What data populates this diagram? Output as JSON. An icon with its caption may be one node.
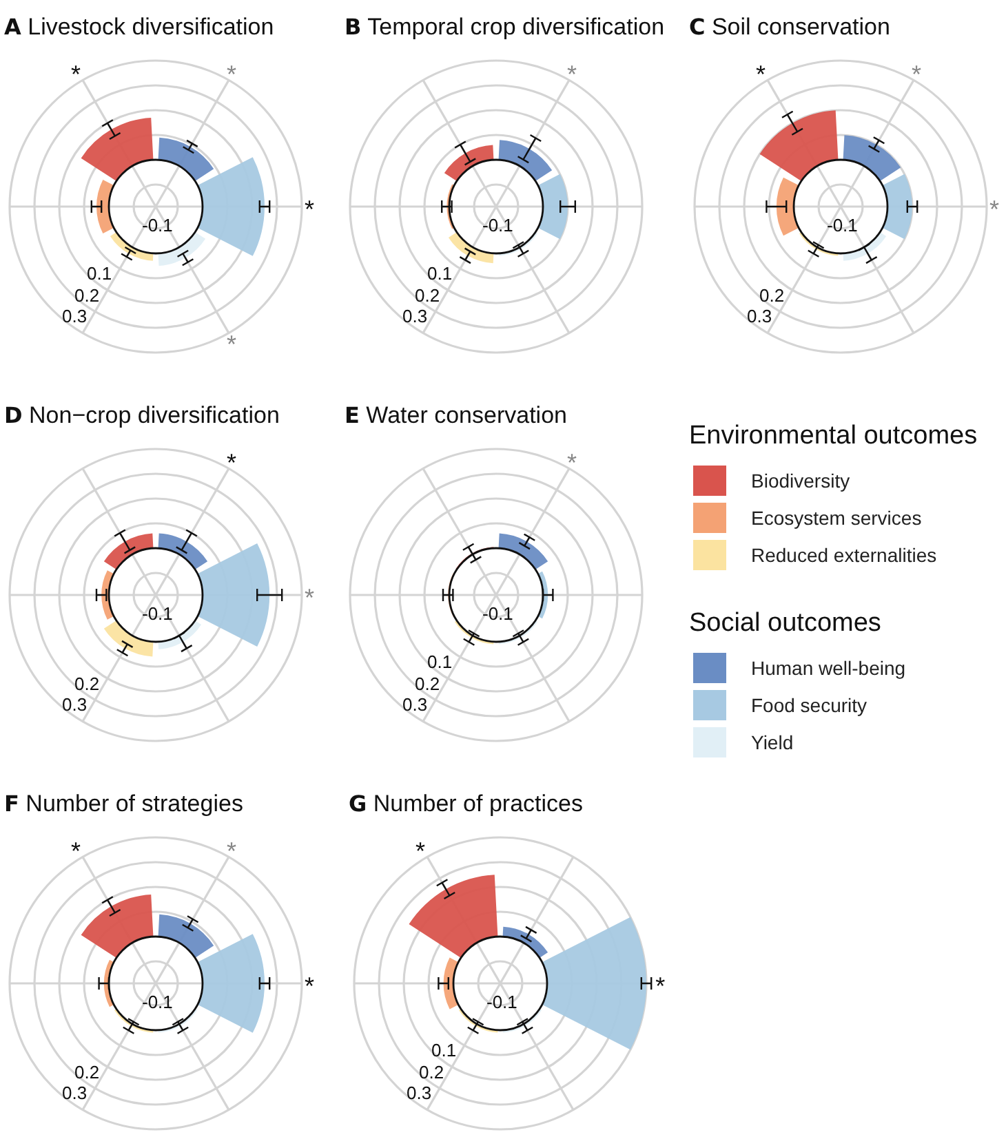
{
  "diagram": {
    "labels": [
      "**A** Livestock diversification",
      "*",
      "*",
      "*",
      "*",
      "-0.1",
      "0.1",
      "0.2",
      "0.3",
      "**B** Temporal crop diversification",
      "*",
      "-0.1",
      "0.1",
      "0.2",
      "0.3",
      "**C** Soil conservation",
      "*",
      "*",
      "*",
      "-0.1",
      "0.2",
      "0.3",
      "**D** Non−crop diversification",
      "*",
      "*",
      "-0.1",
      "0.2",
      "0.3",
      "**E** Water conservation",
      "*",
      "-0.1",
      "0.1",
      "0.2",
      "0.3",
      "Environmental outcomes",
      "Social outcomes",
      "**F** Number of strategies",
      "*",
      "*",
      "*",
      "-0.1",
      "0.2",
      "0.3",
      "**G** Number of practices",
      "*",
      "*",
      "-0.1",
      "0.1",
      "0.2",
      "0.3"
    ],
    "legend": [
      {
        "text": "Biodiversity",
        "color": "#d9544d"
      },
      {
        "text": "Ecosystem services",
        "color": "#f4a274"
      },
      {
        "text": "Reduced externalities",
        "color": "#fbe3a0"
      },
      {
        "text": "Human well-being",
        "color": "#6a8dc4"
      },
      {
        "text": "Food security",
        "color": "#a7c9e2"
      },
      {
        "text": "Yield",
        "color": "#e1eff6"
      }
    ]
  }
}
